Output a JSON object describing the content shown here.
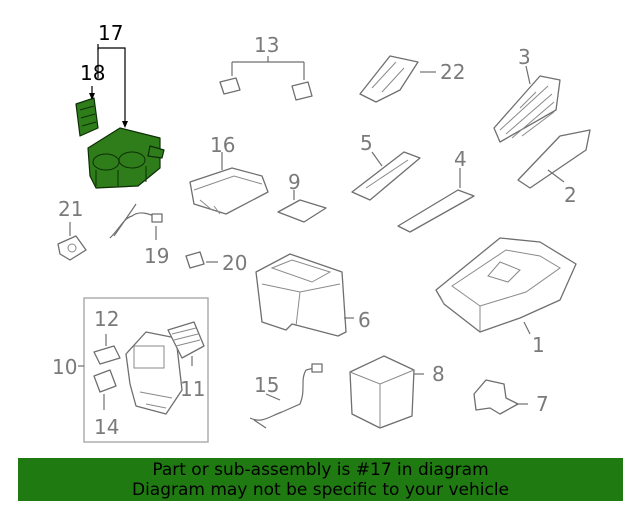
{
  "banner": {
    "line1": "Part or sub-assembly is #17 in diagram",
    "line2": "Diagram may not be specific to your vehicle"
  },
  "highlight_color": "#1f7a12",
  "callouts": [
    {
      "id": "1",
      "label": "1"
    },
    {
      "id": "2",
      "label": "2"
    },
    {
      "id": "3",
      "label": "3"
    },
    {
      "id": "4",
      "label": "4"
    },
    {
      "id": "5",
      "label": "5"
    },
    {
      "id": "6",
      "label": "6"
    },
    {
      "id": "7",
      "label": "7"
    },
    {
      "id": "8",
      "label": "8"
    },
    {
      "id": "9",
      "label": "9"
    },
    {
      "id": "10",
      "label": "10"
    },
    {
      "id": "11",
      "label": "11"
    },
    {
      "id": "12",
      "label": "12"
    },
    {
      "id": "13",
      "label": "13"
    },
    {
      "id": "14",
      "label": "14"
    },
    {
      "id": "15",
      "label": "15"
    },
    {
      "id": "16",
      "label": "16"
    },
    {
      "id": "17",
      "label": "17"
    },
    {
      "id": "18",
      "label": "18"
    },
    {
      "id": "19",
      "label": "19"
    },
    {
      "id": "20",
      "label": "20"
    },
    {
      "id": "21",
      "label": "21"
    },
    {
      "id": "22",
      "label": "22"
    }
  ]
}
